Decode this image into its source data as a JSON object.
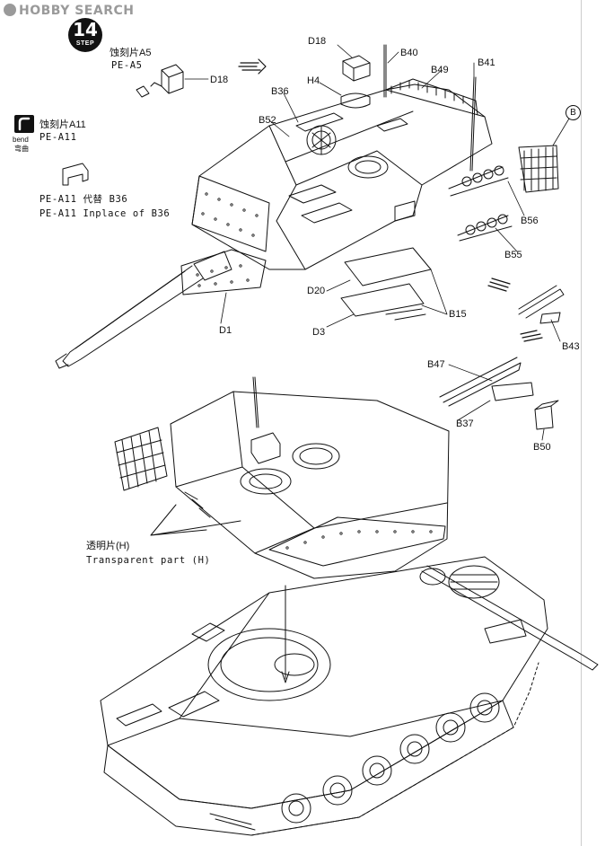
{
  "watermark": "HOBBY SEARCH",
  "step": {
    "number": "14",
    "word": "STEP"
  },
  "pe_a5": {
    "cn": "蚀刻片A5",
    "code": "PE-A5"
  },
  "pe_a11": {
    "cn": "蚀刻片A11",
    "code": "PE-A11"
  },
  "bend": {
    "en": "bend",
    "cn": "弯曲"
  },
  "replace_note": {
    "cn": "PE-A11 代替 B36",
    "en": "PE-A11  Inplace of  B36"
  },
  "transparent": {
    "cn": "透明片(H)",
    "en": "Transparent part (H)"
  },
  "ref_letter": "B",
  "part_labels": {
    "d18_top": "D18",
    "d18_left": "D18",
    "b40": "B40",
    "b41": "B41",
    "b49": "B49",
    "h4": "H4",
    "b36": "B36",
    "b52": "B52",
    "b56": "B56",
    "b55": "B55",
    "d20": "D20",
    "d1": "D1",
    "d3": "D3",
    "b15": "B15",
    "b43": "B43",
    "b47": "B47",
    "b37": "B37",
    "b50": "B50"
  }
}
